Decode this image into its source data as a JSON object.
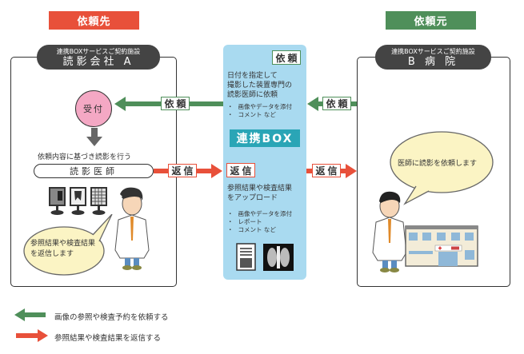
{
  "left_side": {
    "role_banner": "依頼先",
    "facility_subtitle": "連携BOXサービスご契約施設",
    "facility_name": "読影会社 A",
    "reception_label": "受付",
    "process_caption": "依頼内容に基づき読影を行う",
    "reader_label": "読影医師",
    "bubble_text_line1": "参照結果や検査結果",
    "bubble_text_line2": "を返信します"
  },
  "right_side": {
    "role_banner": "依頼元",
    "facility_subtitle": "連携BOXサービスご契約施設",
    "facility_name": "B 病 院",
    "bubble_text": "医師に読影を依頼します"
  },
  "center_box": {
    "title": "連携BOX",
    "request_label": "依頼",
    "request_text": [
      "日付を指定して",
      "撮影した装置専門の",
      "読影医師に依頼"
    ],
    "request_items": [
      "画像やデータを添付",
      "コメント など"
    ],
    "reply_label": "返信",
    "reply_text": [
      "参照結果や検査結果",
      "をアップロード"
    ],
    "reply_items": [
      "画像やデータを添付",
      "レポート",
      "コメント など"
    ]
  },
  "arrows": {
    "request_label": "依頼",
    "reply_label": "返信"
  },
  "legend": [
    {
      "direction": "left",
      "color": "#4f8f5a",
      "text": "画像の参照や検査予約を依頼する"
    },
    {
      "direction": "right",
      "color": "#e8503a",
      "text": "参照結果や検査結果を返信する"
    }
  ],
  "colors": {
    "request_green": "#4f8f5a",
    "reply_red": "#e8503a",
    "center_bg": "#a9daf0",
    "box_title_bg": "#2aa5b6"
  }
}
